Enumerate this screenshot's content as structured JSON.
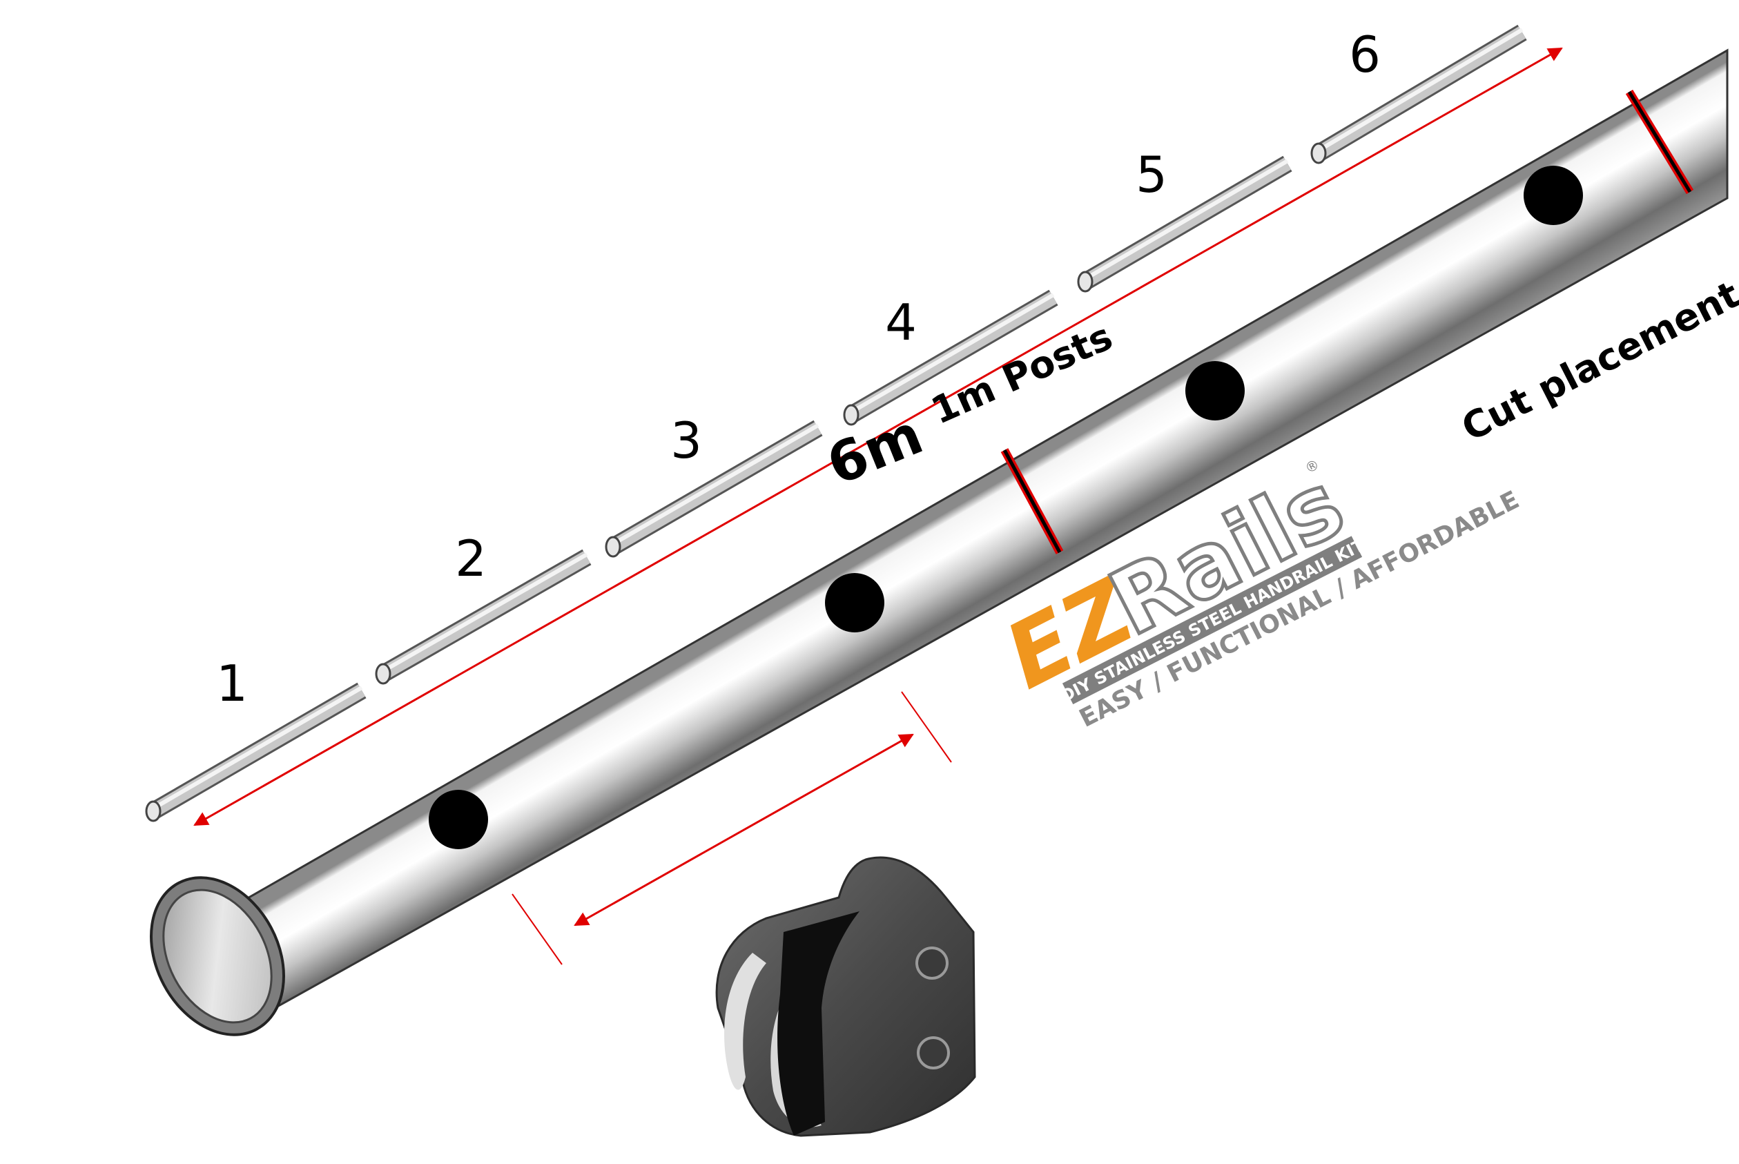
{
  "posts": [
    {
      "label": "1"
    },
    {
      "label": "2"
    },
    {
      "label": "3"
    },
    {
      "label": "4"
    },
    {
      "label": "5"
    },
    {
      "label": "6"
    }
  ],
  "length_label": "6m",
  "posts_label": "1m Posts",
  "cut_label": "Cut placement",
  "logo": {
    "ez": "EZ",
    "rails": "Rails",
    "registered": "®",
    "subtitle": "DIY STAINLESS STEEL HANDRAIL KIT",
    "tagline": "EASY / FUNCTIONAL / AFFORDABLE"
  },
  "colors": {
    "arrow": "#e00000",
    "cut_mark": "#e00000",
    "logo_orange": "#f0961e",
    "logo_grey": "#7f7f7f",
    "tube_light": "#f2f2f2",
    "tube_dark": "#5a5a5a"
  }
}
